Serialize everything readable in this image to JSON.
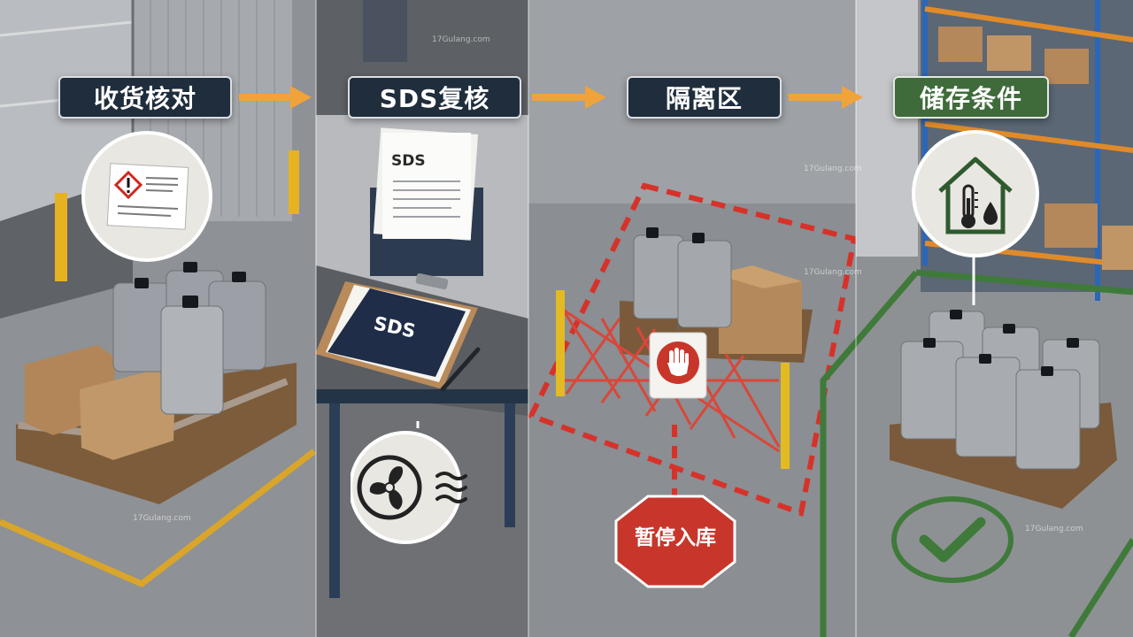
{
  "steps": [
    {
      "label": "收货核对",
      "style": "navy"
    },
    {
      "label": "SDS复核",
      "style": "navy"
    },
    {
      "label": "隔离区",
      "style": "navy"
    },
    {
      "label": "储存条件",
      "style": "green"
    }
  ],
  "documents": {
    "folder_doc_label": "SDS",
    "clipboard_label": "SDS"
  },
  "stop_sign": {
    "text": "暂停入库"
  },
  "watermark": {
    "text": "17Gulang.com"
  },
  "icons": {
    "hazard_label": "warning-label-icon",
    "ventilation": "fan-ventilation-icon",
    "no_entry": "stop-hand-icon",
    "storage_conditions": "house-thermometer-drop-icon",
    "approved": "checkmark-icon",
    "flow_arrow": "arrow-right-icon"
  },
  "colors": {
    "label_navy": "#1f2d3d",
    "label_green": "#3f6b3b",
    "arrow_orange": "#f0a33a",
    "quarantine_red": "#d6322a",
    "storage_green": "#3f7a3a",
    "stop_red": "#c8362b"
  }
}
